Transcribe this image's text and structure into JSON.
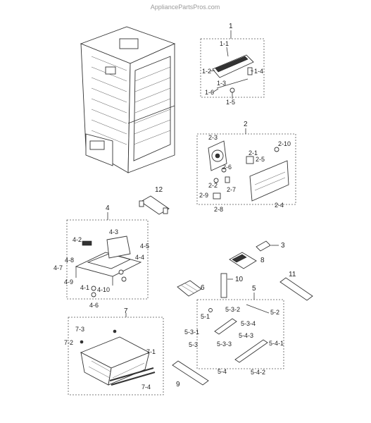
{
  "watermark": "AppliancePartsPros.com",
  "labels": {
    "l1": "1",
    "l1_1": "1-1",
    "l1_2": "1-2",
    "l1_3": "1-3",
    "l1_4": "1-4",
    "l1_5": "1-5",
    "l1_6": "1-6",
    "l2": "2",
    "l2_1": "2-1",
    "l2_2": "2-2",
    "l2_3": "2-3",
    "l2_4": "2-4",
    "l2_5": "2-5",
    "l2_6": "2-6",
    "l2_7": "2-7",
    "l2_8": "2-8",
    "l2_9": "2-9",
    "l2_10": "2-10",
    "l3": "3",
    "l4": "4",
    "l4_1": "4-1",
    "l4_2": "4-2",
    "l4_3": "4-3",
    "l4_4": "4-4",
    "l4_5": "4-5",
    "l4_6": "4-6",
    "l4_7": "4-7",
    "l4_8": "4-8",
    "l4_9": "4-9",
    "l4_10": "4-10",
    "l5": "5",
    "l5_1": "5-1",
    "l5_2": "5-2",
    "l5_3": "5-3",
    "l5_3_1": "5-3-1",
    "l5_3_2": "5-3-2",
    "l5_3_3": "5-3-3",
    "l5_3_4": "5-3-4",
    "l5_4": "5-4",
    "l5_4_1": "5-4-1",
    "l5_4_2": "5-4-2",
    "l5_4_3": "5-4-3",
    "l6": "6",
    "l7": "7",
    "l7_1": "7-1",
    "l7_2": "7-2",
    "l7_3": "7-3",
    "l7_4": "7-4",
    "l8": "8",
    "l9": "9",
    "l10": "10",
    "l11": "11",
    "l12": "12"
  }
}
